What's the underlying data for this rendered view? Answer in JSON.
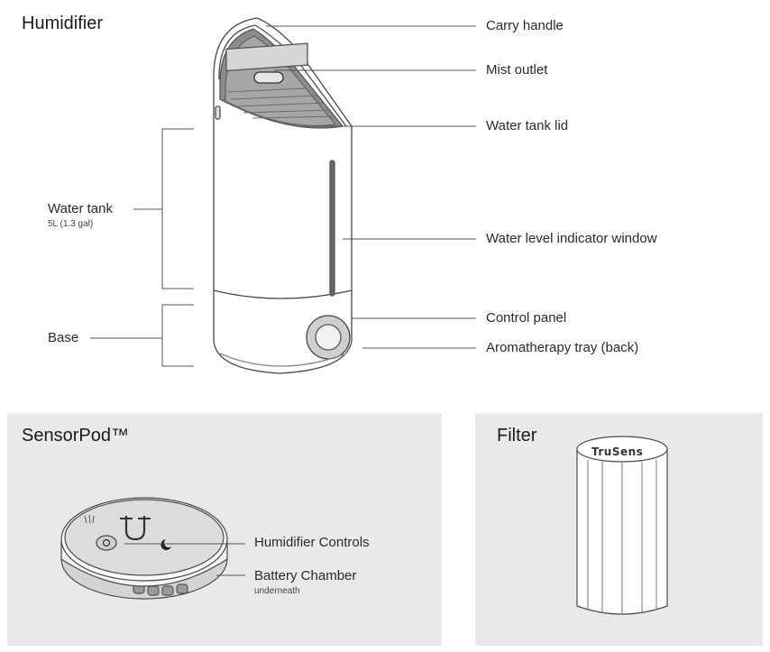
{
  "humidifier": {
    "title": "Humidifier",
    "labels": {
      "carry_handle": "Carry handle",
      "mist_outlet": "Mist outlet",
      "water_tank_lid": "Water tank lid",
      "water_level_window": "Water level indicator window",
      "control_panel": "Control panel",
      "aromatherapy_tray": "Aromatherapy tray (back)",
      "water_tank": "Water tank",
      "water_tank_capacity": "5L (1.3 gal)",
      "base": "Base"
    }
  },
  "sensorpod": {
    "title": "SensorPod™",
    "labels": {
      "humidifier_controls": "Humidifier Controls",
      "battery_chamber": "Battery Chamber",
      "battery_chamber_note": "underneath"
    }
  },
  "filter": {
    "title": "Filter",
    "brand": "TruSens"
  },
  "colors": {
    "panel_bg": "#e9e9e9",
    "line": "#555555",
    "device_outline": "#4a4a4a"
  }
}
